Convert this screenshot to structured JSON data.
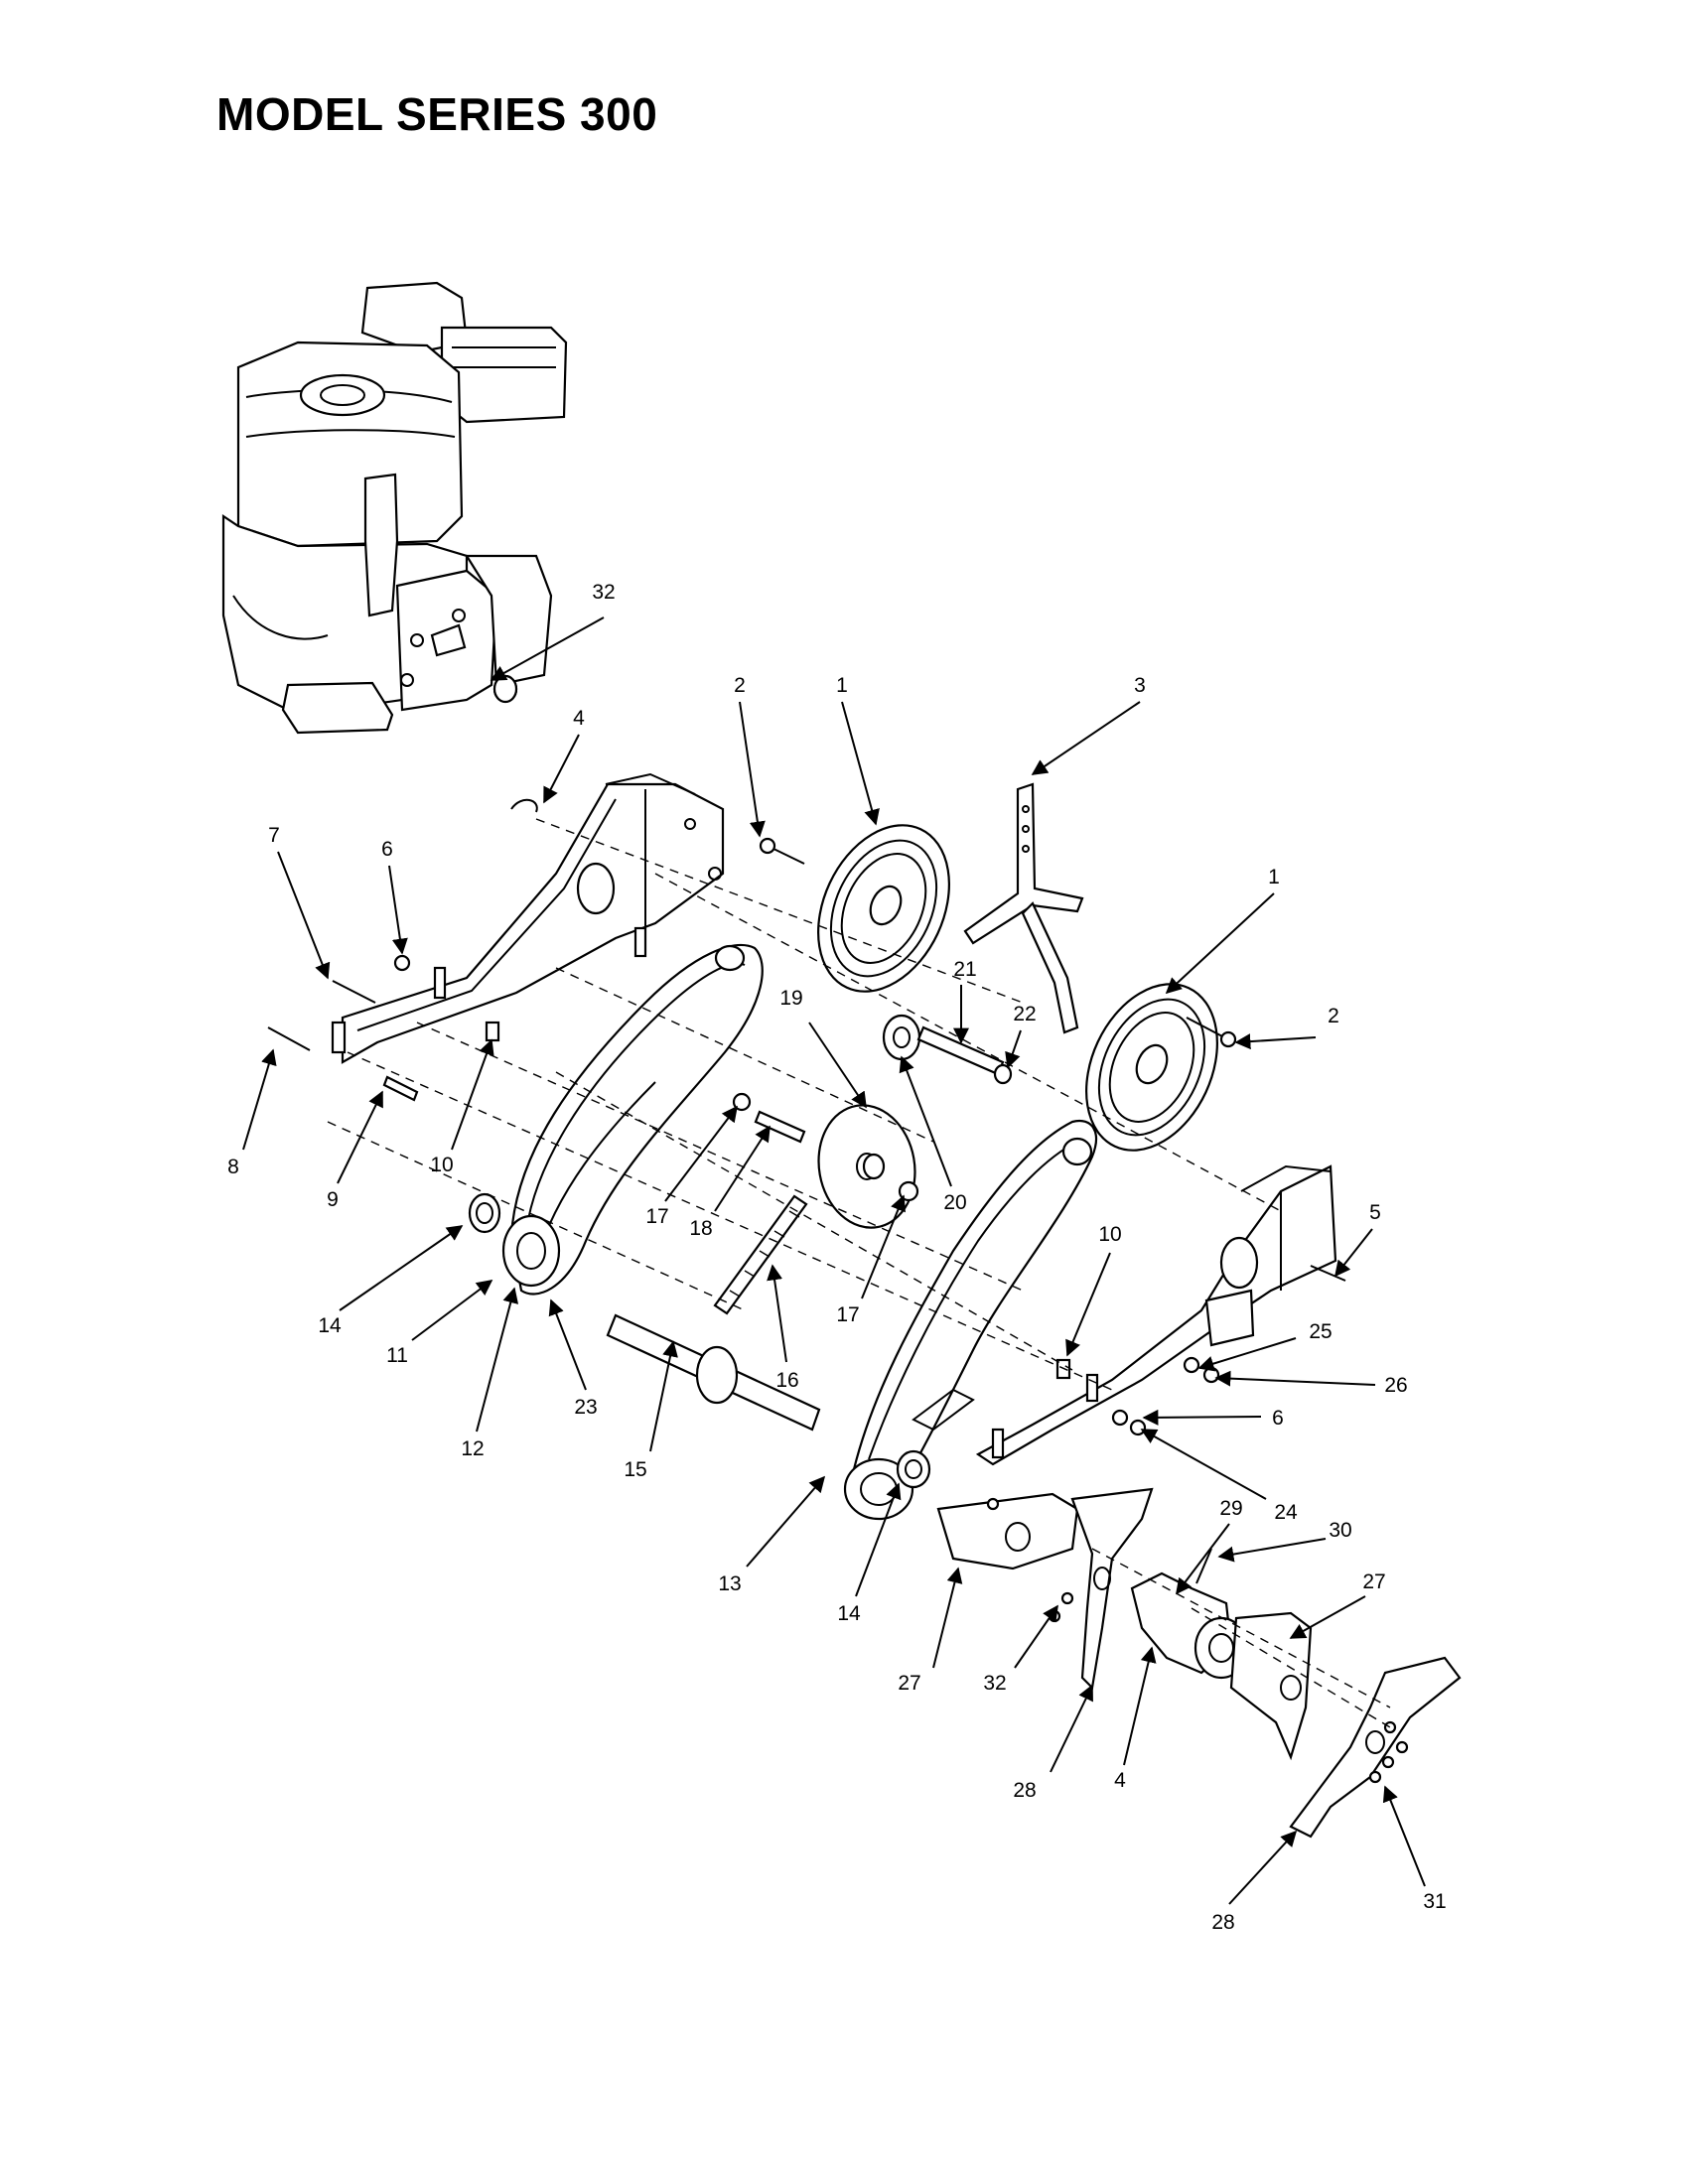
{
  "title": "MODEL SERIES 300",
  "callouts": {
    "c1a": "1",
    "c1b": "1",
    "c2a": "2",
    "c2b": "2",
    "c3": "3",
    "c4a": "4",
    "c4b": "4",
    "c5": "5",
    "c6a": "6",
    "c6b": "6",
    "c7": "7",
    "c8": "8",
    "c9": "9",
    "c10a": "10",
    "c10b": "10",
    "c11": "11",
    "c12": "12",
    "c13": "13",
    "c14a": "14",
    "c14b": "14",
    "c15": "15",
    "c16": "16",
    "c17a": "17",
    "c17b": "17",
    "c18": "18",
    "c19": "19",
    "c20": "20",
    "c21": "21",
    "c22": "22",
    "c23": "23",
    "c24": "24",
    "c25": "25",
    "c26": "26",
    "c27a": "27",
    "c27b": "27",
    "c28a": "28",
    "c28b": "28",
    "c29": "29",
    "c30": "30",
    "c31": "31",
    "c32a": "32",
    "c32b": "32"
  }
}
